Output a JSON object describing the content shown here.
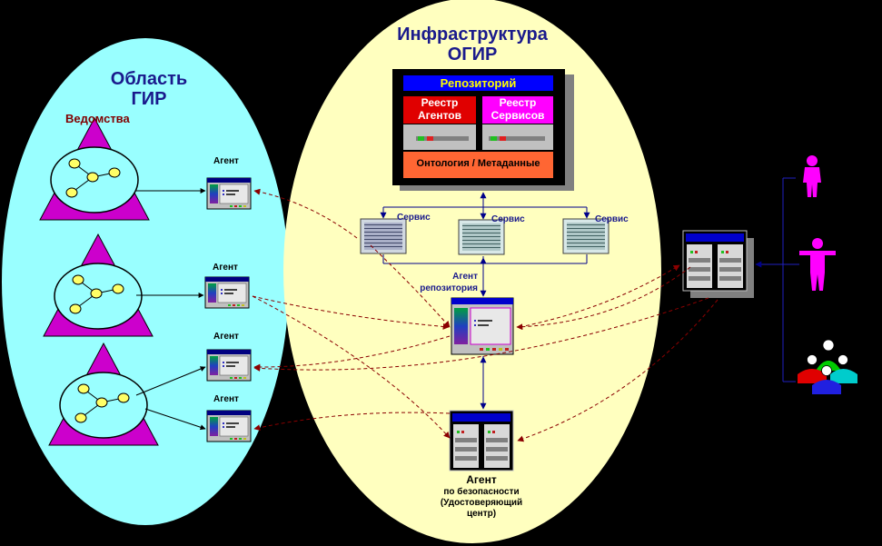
{
  "region_gir": {
    "line1": "Область",
    "line2": "ГИР"
  },
  "region_ogir": {
    "line1": "Инфраструктура",
    "line2": "ОГИР"
  },
  "departments_label": "Ведомства",
  "repository": {
    "title": "Репозиторий",
    "agents_registry_line1": "Реестр",
    "agents_registry_line2": "Агентов",
    "services_registry_line1": "Реестр",
    "services_registry_line2": "Сервисов",
    "ontology": "Онтология / Метаданные"
  },
  "services": [
    "Сервис",
    "Сервис",
    "Сервис"
  ],
  "agent_labels": [
    "Агент",
    "Агент",
    "Агент",
    "Агент"
  ],
  "repo_agent": {
    "line1": "Агент",
    "line2": "репозитория"
  },
  "security_agent": {
    "line1": "Агент",
    "line2": "по безопасности",
    "line3": "(Удостоверяющий",
    "line4": "центр)"
  },
  "colors": {
    "gir_ellipse": "#99ffff",
    "ogir_ellipse": "#ffffbf",
    "triangle": "#cc00cc",
    "registry_agents": "#e00000",
    "registry_services": "#ff00ff",
    "ontology": "#ff6633",
    "repo_title": "#0000ff",
    "arrow_dashed": "#8b0000",
    "arrow_solid": "#00008b",
    "user": "#ff00ff"
  }
}
